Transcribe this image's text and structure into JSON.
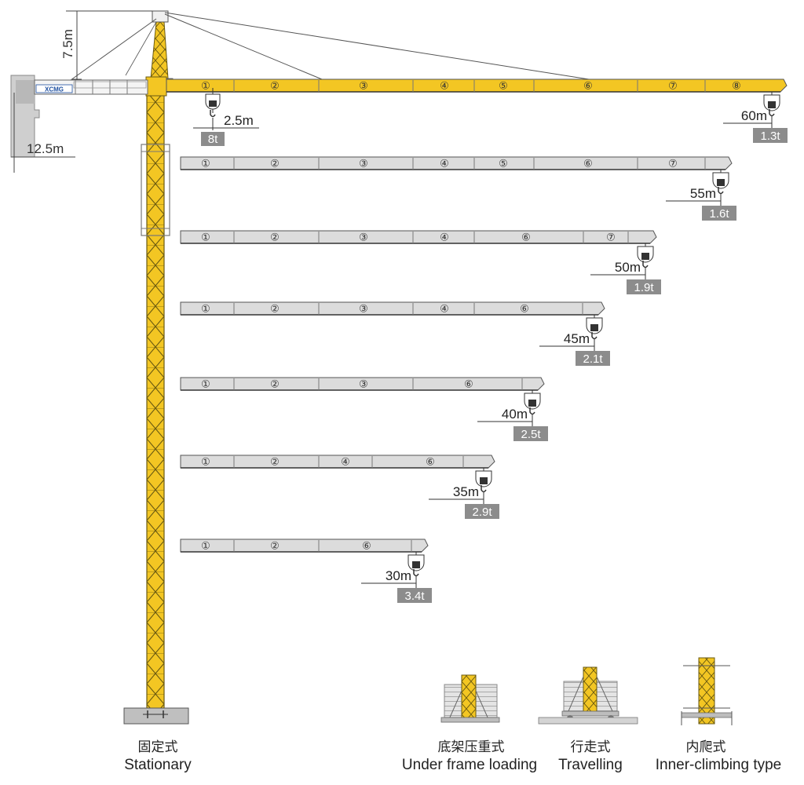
{
  "crane": {
    "logo": "XCMG",
    "dims": {
      "height": "7.5m",
      "counter_jib": "12.5m",
      "min_radius": "2.5m",
      "min_radius_load": "8t"
    },
    "colors": {
      "yellow": "#f3c623",
      "gray_jib": "#dcdcdc",
      "label_bg": "#8c8c8c"
    }
  },
  "jibs": [
    {
      "length": "60m",
      "load": "1.3t",
      "sections": [
        "①",
        "②",
        "③",
        "④",
        "⑤",
        "⑥",
        "⑦",
        "⑧"
      ]
    },
    {
      "length": "55m",
      "load": "1.6t",
      "sections": [
        "①",
        "②",
        "③",
        "④",
        "⑤",
        "⑥",
        "⑦"
      ]
    },
    {
      "length": "50m",
      "load": "1.9t",
      "sections": [
        "①",
        "②",
        "③",
        "④",
        "⑥",
        "⑦"
      ]
    },
    {
      "length": "45m",
      "load": "2.1t",
      "sections": [
        "①",
        "②",
        "③",
        "④",
        "⑥"
      ]
    },
    {
      "length": "40m",
      "load": "2.5t",
      "sections": [
        "①",
        "②",
        "③",
        "⑥"
      ]
    },
    {
      "length": "35m",
      "load": "2.9t",
      "sections": [
        "①",
        "②",
        "④",
        "⑥"
      ]
    },
    {
      "length": "30m",
      "load": "3.4t",
      "sections": [
        "①",
        "②",
        "⑥"
      ]
    }
  ],
  "types": [
    {
      "zh": "固定式",
      "en": "Stationary"
    },
    {
      "zh": "底架压重式",
      "en": "Under frame loading"
    },
    {
      "zh": "行走式",
      "en": "Travelling"
    },
    {
      "zh": "内爬式",
      "en": "Inner-climbing type"
    }
  ]
}
